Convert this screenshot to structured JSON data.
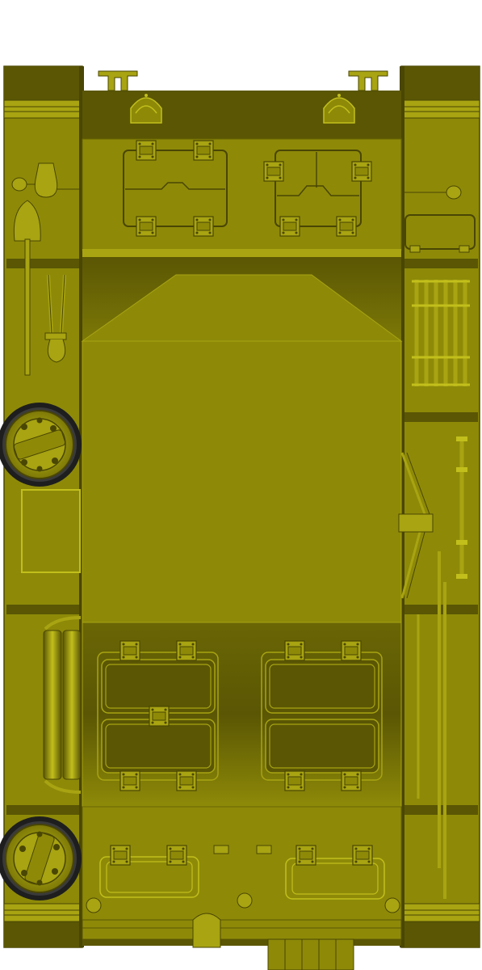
{
  "vehicle": {
    "view": "top-down",
    "palette": {
      "hull": "#8e8a08",
      "hull_light": "#a8a412",
      "hull_dark": "#5a5604",
      "hull_darkest": "#4a4603",
      "outline": "#4a4603",
      "tire": "#1e1e1e",
      "wheel_hub": "#b0ad14",
      "background": "#ffffff"
    },
    "parts": {
      "left_track_guard": "left-track-guard",
      "right_track_guard": "right-track-guard",
      "front_engine_deck": "engine-deck",
      "glacis": "glacis-plate",
      "rear_deck": "rear-deck",
      "spare_wheels": 2,
      "front_hatches": 2,
      "rear_hatch_groups": 2,
      "stowage_tools": [
        "shovel",
        "crowbar",
        "tow-cable",
        "pry-bar",
        "jack",
        "towing-hook"
      ]
    }
  }
}
